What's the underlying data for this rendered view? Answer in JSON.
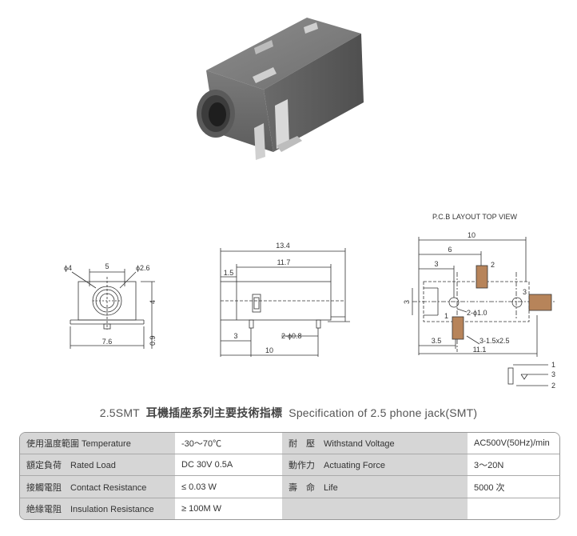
{
  "pcb_title": "P.C.B LAYOUT TOP VIEW",
  "front_view": {
    "dia_hole": "ϕ4",
    "width_top": "5",
    "dia_ring": "ϕ2.6",
    "height": "4",
    "width_bottom": "7.6",
    "base_height": "0.9"
  },
  "side_view": {
    "length_total": "13.4",
    "length_body": "11.7",
    "nose": "1.5",
    "pin_offset": "3",
    "pin_dia": "2-ϕ0.8",
    "pin_span": "10"
  },
  "pcb_view": {
    "width": "10",
    "dim_6": "6",
    "dim_3": "3",
    "height_3": "3",
    "hole_dia": "2-ϕ1.0",
    "pad_size": "3-1.5x2.5",
    "dim_3_5": "3.5",
    "dim_11_1": "11.1",
    "pin_label_2": "2",
    "pin_label_3": "3",
    "pin_label_1": "1"
  },
  "schematic": {
    "pin_1": "1",
    "pin_3": "3",
    "pin_2": "2"
  },
  "title": {
    "prefix": "2.5SMT",
    "chinese": "耳機插座系列主要技術指標",
    "english": "Specification of 2.5 phone jack(SMT)"
  },
  "spec_table": [
    {
      "l1": "使用温度範圍 Temperature",
      "v1": "-30～70℃",
      "l2": "耐　壓　Withstand Voltage",
      "v2": "AC500V(50Hz)/min"
    },
    {
      "l1": "額定負荷　Rated Load",
      "v1": "DC  30V  0.5A",
      "l2": "動作力　Actuating Force",
      "v2": "3～20N"
    },
    {
      "l1": "接觸電阻　Contact Resistance",
      "v1": "≤ 0.03 W",
      "l2": "壽　命　Life",
      "v2": "5000 次"
    },
    {
      "l1": "絶緣電阻　Insulation Resistance",
      "v1": "≥ 100M W",
      "l2": "",
      "v2": ""
    }
  ],
  "colors": {
    "body": "#6b6b6b",
    "pad_fill": "#b7845a",
    "table_label_bg": "#d6d6d6"
  }
}
